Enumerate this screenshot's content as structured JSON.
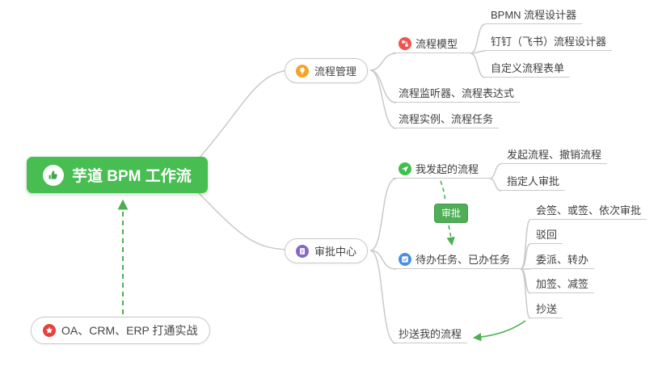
{
  "root": {
    "label": "芋道 BPM 工作流",
    "icon": "thumbs-up-icon",
    "bg_color": "#47bd52"
  },
  "nodes": {
    "process_mgmt": {
      "label": "流程管理",
      "icon": "lightbulb-icon",
      "icon_color": "#f7a325"
    },
    "process_model": {
      "label": "流程模型",
      "icon": "workflow-icon",
      "icon_color": "#ef5350"
    },
    "bpmn_designer": {
      "label": "BPMN 流程设计器"
    },
    "dingtalk_designer": {
      "label": "钉钉（飞书）流程设计器"
    },
    "custom_form": {
      "label": "自定义流程表单"
    },
    "listener_expression": {
      "label": "流程监听器、流程表达式"
    },
    "instance_task": {
      "label": "流程实例、流程任务"
    },
    "approval_center": {
      "label": "审批中心",
      "icon": "clipboard-icon",
      "icon_color": "#8668c8"
    },
    "my_initiated": {
      "label": "我发起的流程",
      "icon": "send-icon",
      "icon_color": "#3fbf4e"
    },
    "initiate_cancel": {
      "label": "发起流程、撤销流程"
    },
    "designated_approval": {
      "label": "指定人审批"
    },
    "todo_done": {
      "label": "待办任务、已办任务",
      "icon": "check-square-icon",
      "icon_color": "#4a90e2"
    },
    "countersign": {
      "label": "会签、或签、依次审批"
    },
    "reject": {
      "label": "驳回"
    },
    "delegate_transfer": {
      "label": "委派、转办"
    },
    "add_remove_sign": {
      "label": "加签、减签"
    },
    "cc": {
      "label": "抄送"
    },
    "cc_my_process": {
      "label": "抄送我的流程"
    },
    "oa_crm_erp": {
      "label": "OA、CRM、ERP 打通实战",
      "icon": "star-icon",
      "icon_color": "#e8413c"
    }
  },
  "relationship": {
    "approval_badge": "审批"
  },
  "colors": {
    "root_green": "#47bd52",
    "arrow_green": "#4caf50",
    "connector_gray": "#c9c9c9",
    "badge_green": "#4fae57",
    "text": "#3f3f3f"
  }
}
